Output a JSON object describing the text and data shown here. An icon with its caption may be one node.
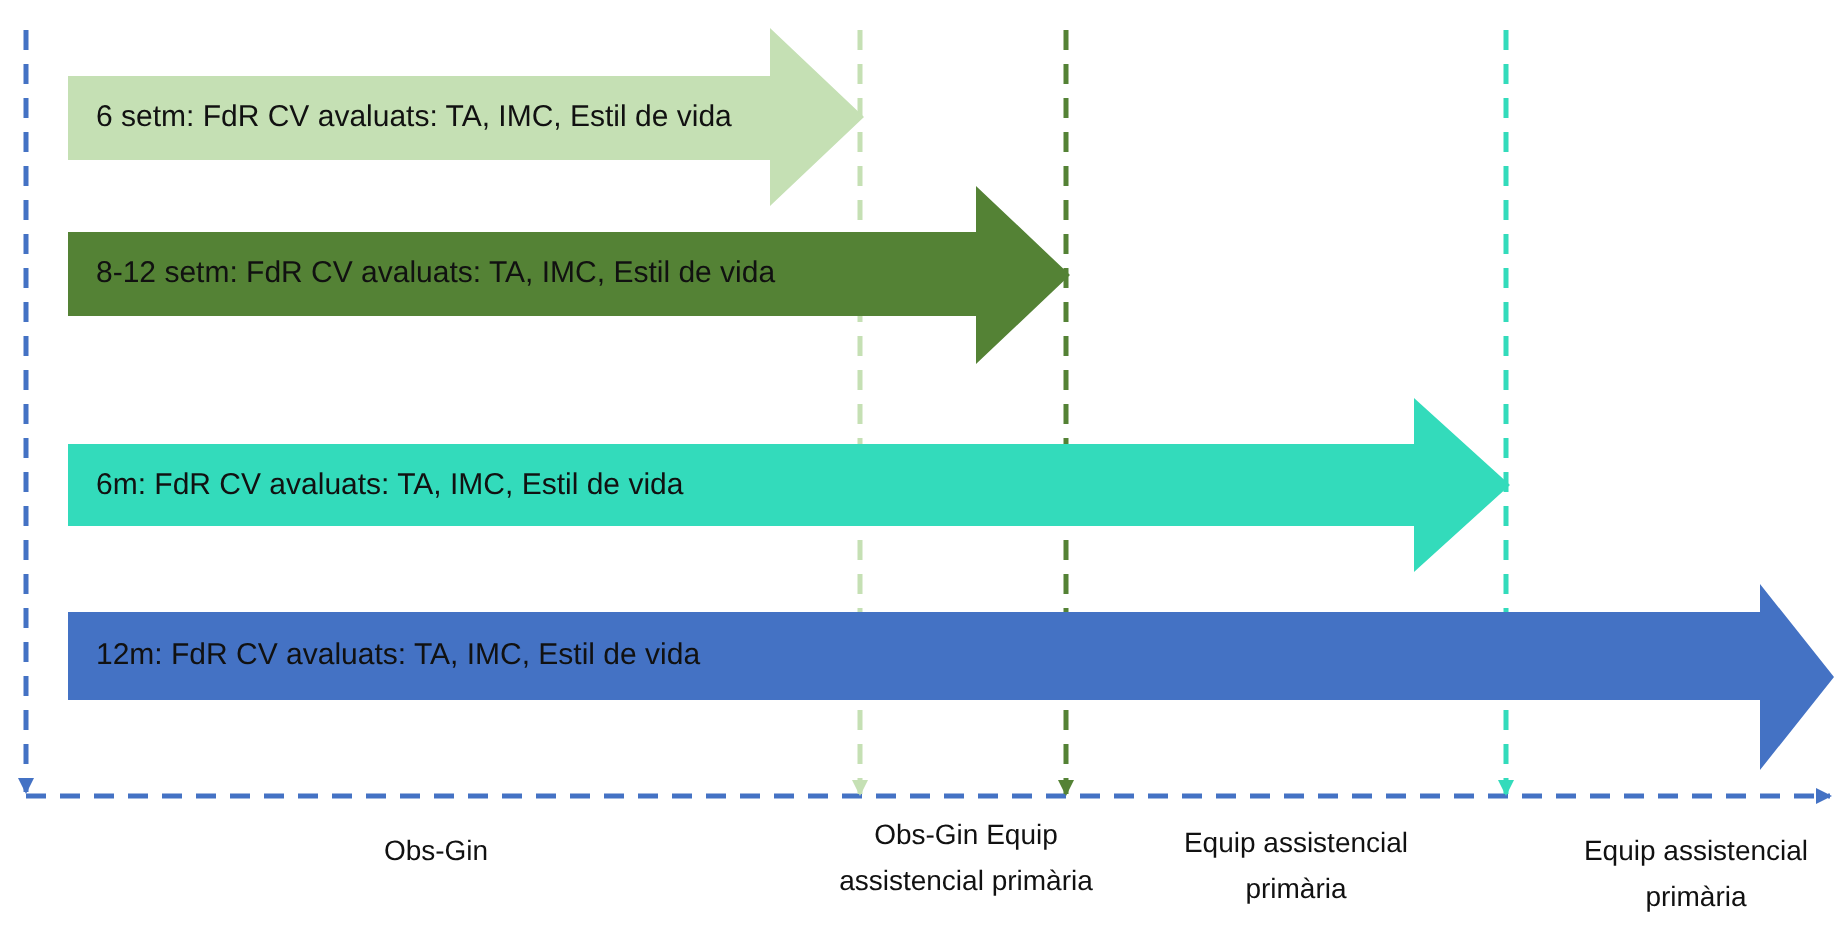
{
  "diagram": {
    "nodes": [
      {
        "text": [
          "6 setm: FdR CV avaluats: TA, IMC, Estil de vida"
        ]
      },
      {
        "text": [
          "8-12 setm: FdR CV avaluats: TA, IMC, Estil de vida"
        ]
      },
      {
        "text": [
          "6m: FdR CV avaluats: TA, IMC, Estil de vida"
        ]
      },
      {
        "text": [
          "12m: FdR CV avaluats: TA, IMC, Estil de vida"
        ]
      }
    ],
    "labels": [
      "Obs-Gin",
      "Obs-Gin Equip assistencial primària",
      "Equip assistencial primària",
      "Equip assistencial primària"
    ]
  }
}
